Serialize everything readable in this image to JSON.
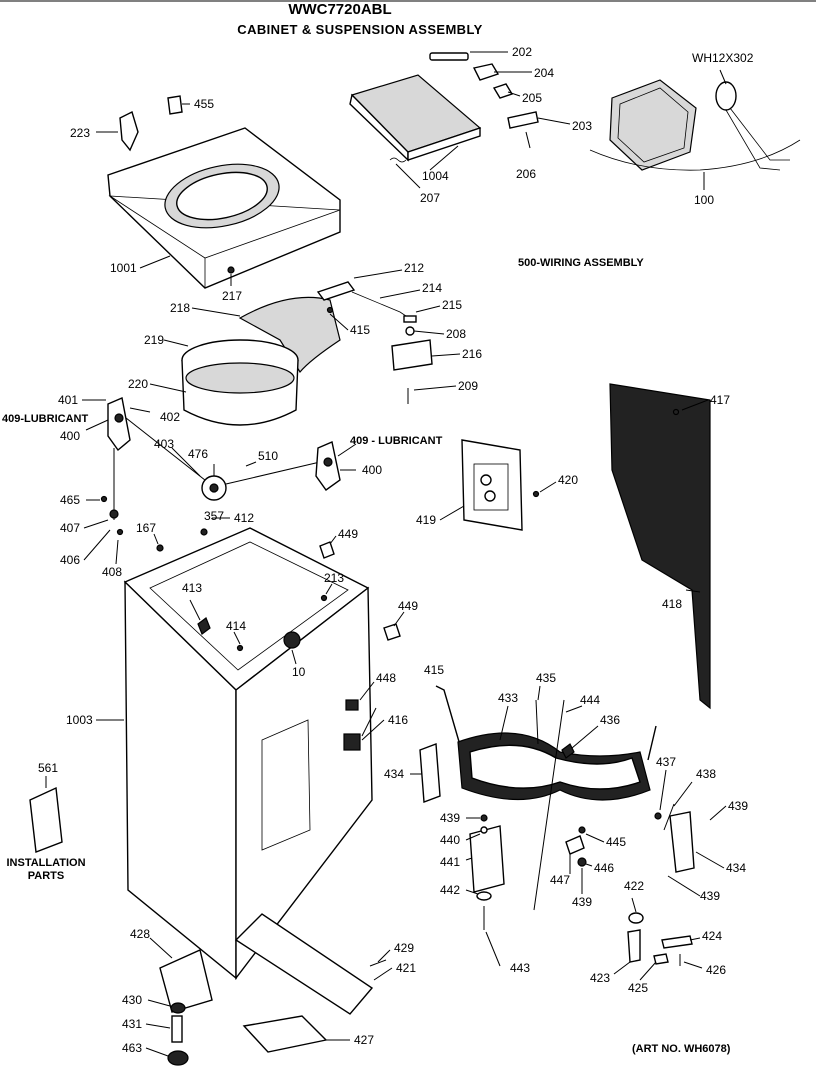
{
  "header": {
    "model": "WWC7720ABL",
    "title": "CABINET & SUSPENSION ASSEMBLY"
  },
  "notes": {
    "wiring_assembly": "500-WIRING ASSEMBLY",
    "installation_parts": [
      "INSTALLATION",
      "PARTS"
    ],
    "art_number": "(ART NO. WH6078)"
  },
  "part_labels": [
    "WWC7720ABL",
    "202",
    "204",
    "205",
    "203",
    "206",
    "1004",
    "207",
    "WH12X302",
    "100",
    "455",
    "223",
    "1001",
    "217",
    "212",
    "214",
    "215",
    "415",
    "208",
    "216",
    "209",
    "500-WIRING ASSEMBLY",
    "218",
    "219",
    "220",
    "401",
    "402",
    "409-LUBRICANT",
    "400",
    "403",
    "476",
    "510",
    "409 - LUBRICANT",
    "400",
    "417",
    "465",
    "407",
    "406",
    "408",
    "167",
    "357",
    "412",
    "449",
    "420",
    "419",
    "213",
    "449",
    "413",
    "414",
    "10",
    "418",
    "1003",
    "448",
    "415",
    "416",
    "435",
    "433",
    "444",
    "436",
    "434",
    "437",
    "438",
    "439",
    "439",
    "440",
    "441",
    "445",
    "446",
    "447",
    "439",
    "434",
    "439",
    "442",
    "422",
    "443",
    "423",
    "424",
    "425",
    "426",
    "561",
    "428",
    "429",
    "421",
    "430",
    "431",
    "463",
    "427"
  ]
}
